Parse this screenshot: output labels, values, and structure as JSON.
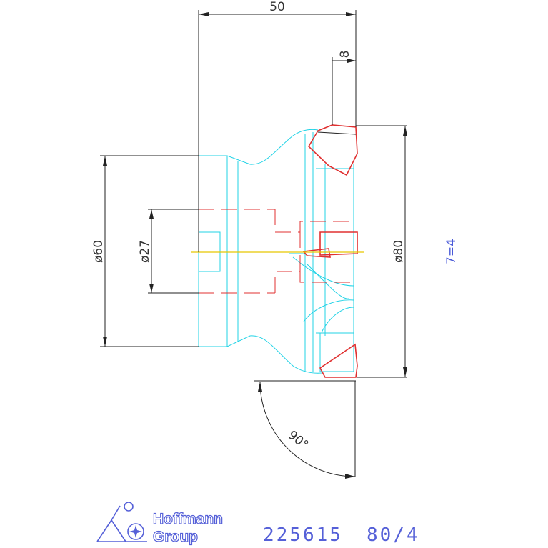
{
  "drawing": {
    "dim_length": "50",
    "dim_insert_width": "8",
    "dim_bore": "ø27",
    "dim_shank_diameter": "ø60",
    "dim_cutter_diameter": "ø80",
    "dim_angle": "90°",
    "teeth_count": "7=4"
  },
  "title_block": {
    "brand_line1": "Hoffmann",
    "brand_line2": "Group",
    "part_number": "225615",
    "size_code": "80/4"
  },
  "colors": {
    "body_outline": "#22d3e6",
    "insert": "#e03030",
    "hidden_lines": "#e03030",
    "dimension": "#222222",
    "centerline": "#e8c800",
    "annotation_blue": "#4a5ad8"
  }
}
